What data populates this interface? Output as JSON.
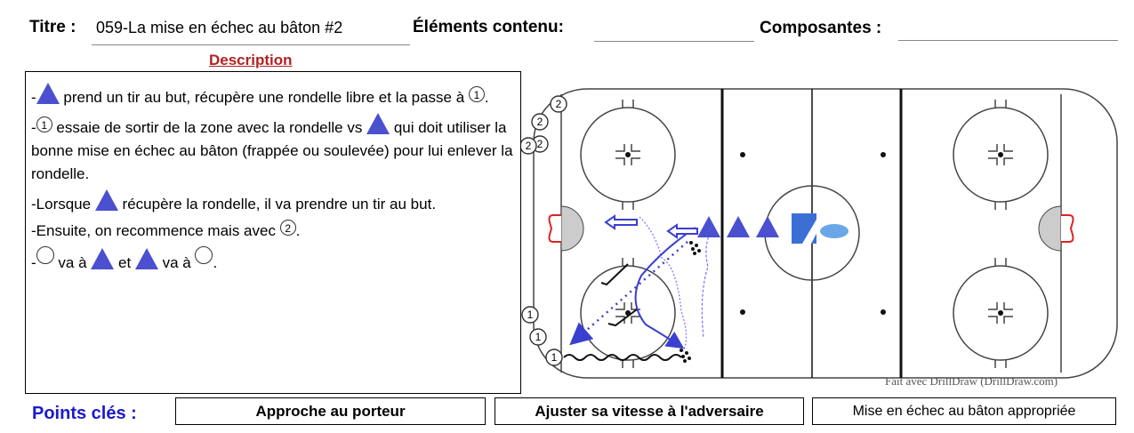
{
  "header": {
    "title_label": "Titre :",
    "title_value": "059-La mise en échec au bâton #2",
    "elements_label": "Éléments contenu:",
    "composantes_label": "Composantes :"
  },
  "description": {
    "heading": "Description",
    "lines": [
      {
        "pre": "-",
        "post": " prend un tir au but, récupère une rondelle libre et la passe à ",
        "circle": "1",
        "end": "."
      },
      {
        "pre": "-",
        "circle_first": "1",
        "mid": " essaie de sortir de la zone avec la rondelle vs ",
        "post": " qui doit utiliser la bonne mise en échec au bâton (frappée ou soulevée) pour lui enlever la rondelle."
      },
      {
        "pre": "-Lorsque ",
        "post": " récupère la rondelle, il va prendre un tir au but."
      },
      {
        "pre": "-Ensuite, on recommence mais avec ",
        "circle": "2",
        "end": "."
      },
      {
        "pre": "-",
        "a": " va à ",
        "b": " et ",
        "c": " va à ",
        "end": "."
      }
    ]
  },
  "rink": {
    "player_labels": [
      "2",
      "2",
      "2",
      "2",
      "1",
      "1",
      "1"
    ],
    "credit": "Fait avec DrillDraw (DrillDraw.com)"
  },
  "key_points": {
    "label": "Points clés :",
    "items": [
      "Approche au porteur",
      "Ajuster sa vitesse à l'adversaire",
      "Mise en échec au bâton appropriée"
    ]
  },
  "colors": {
    "heading_red": "#b22222",
    "key_blue": "#1a1acc",
    "cone_blue": "#4a50cf"
  }
}
